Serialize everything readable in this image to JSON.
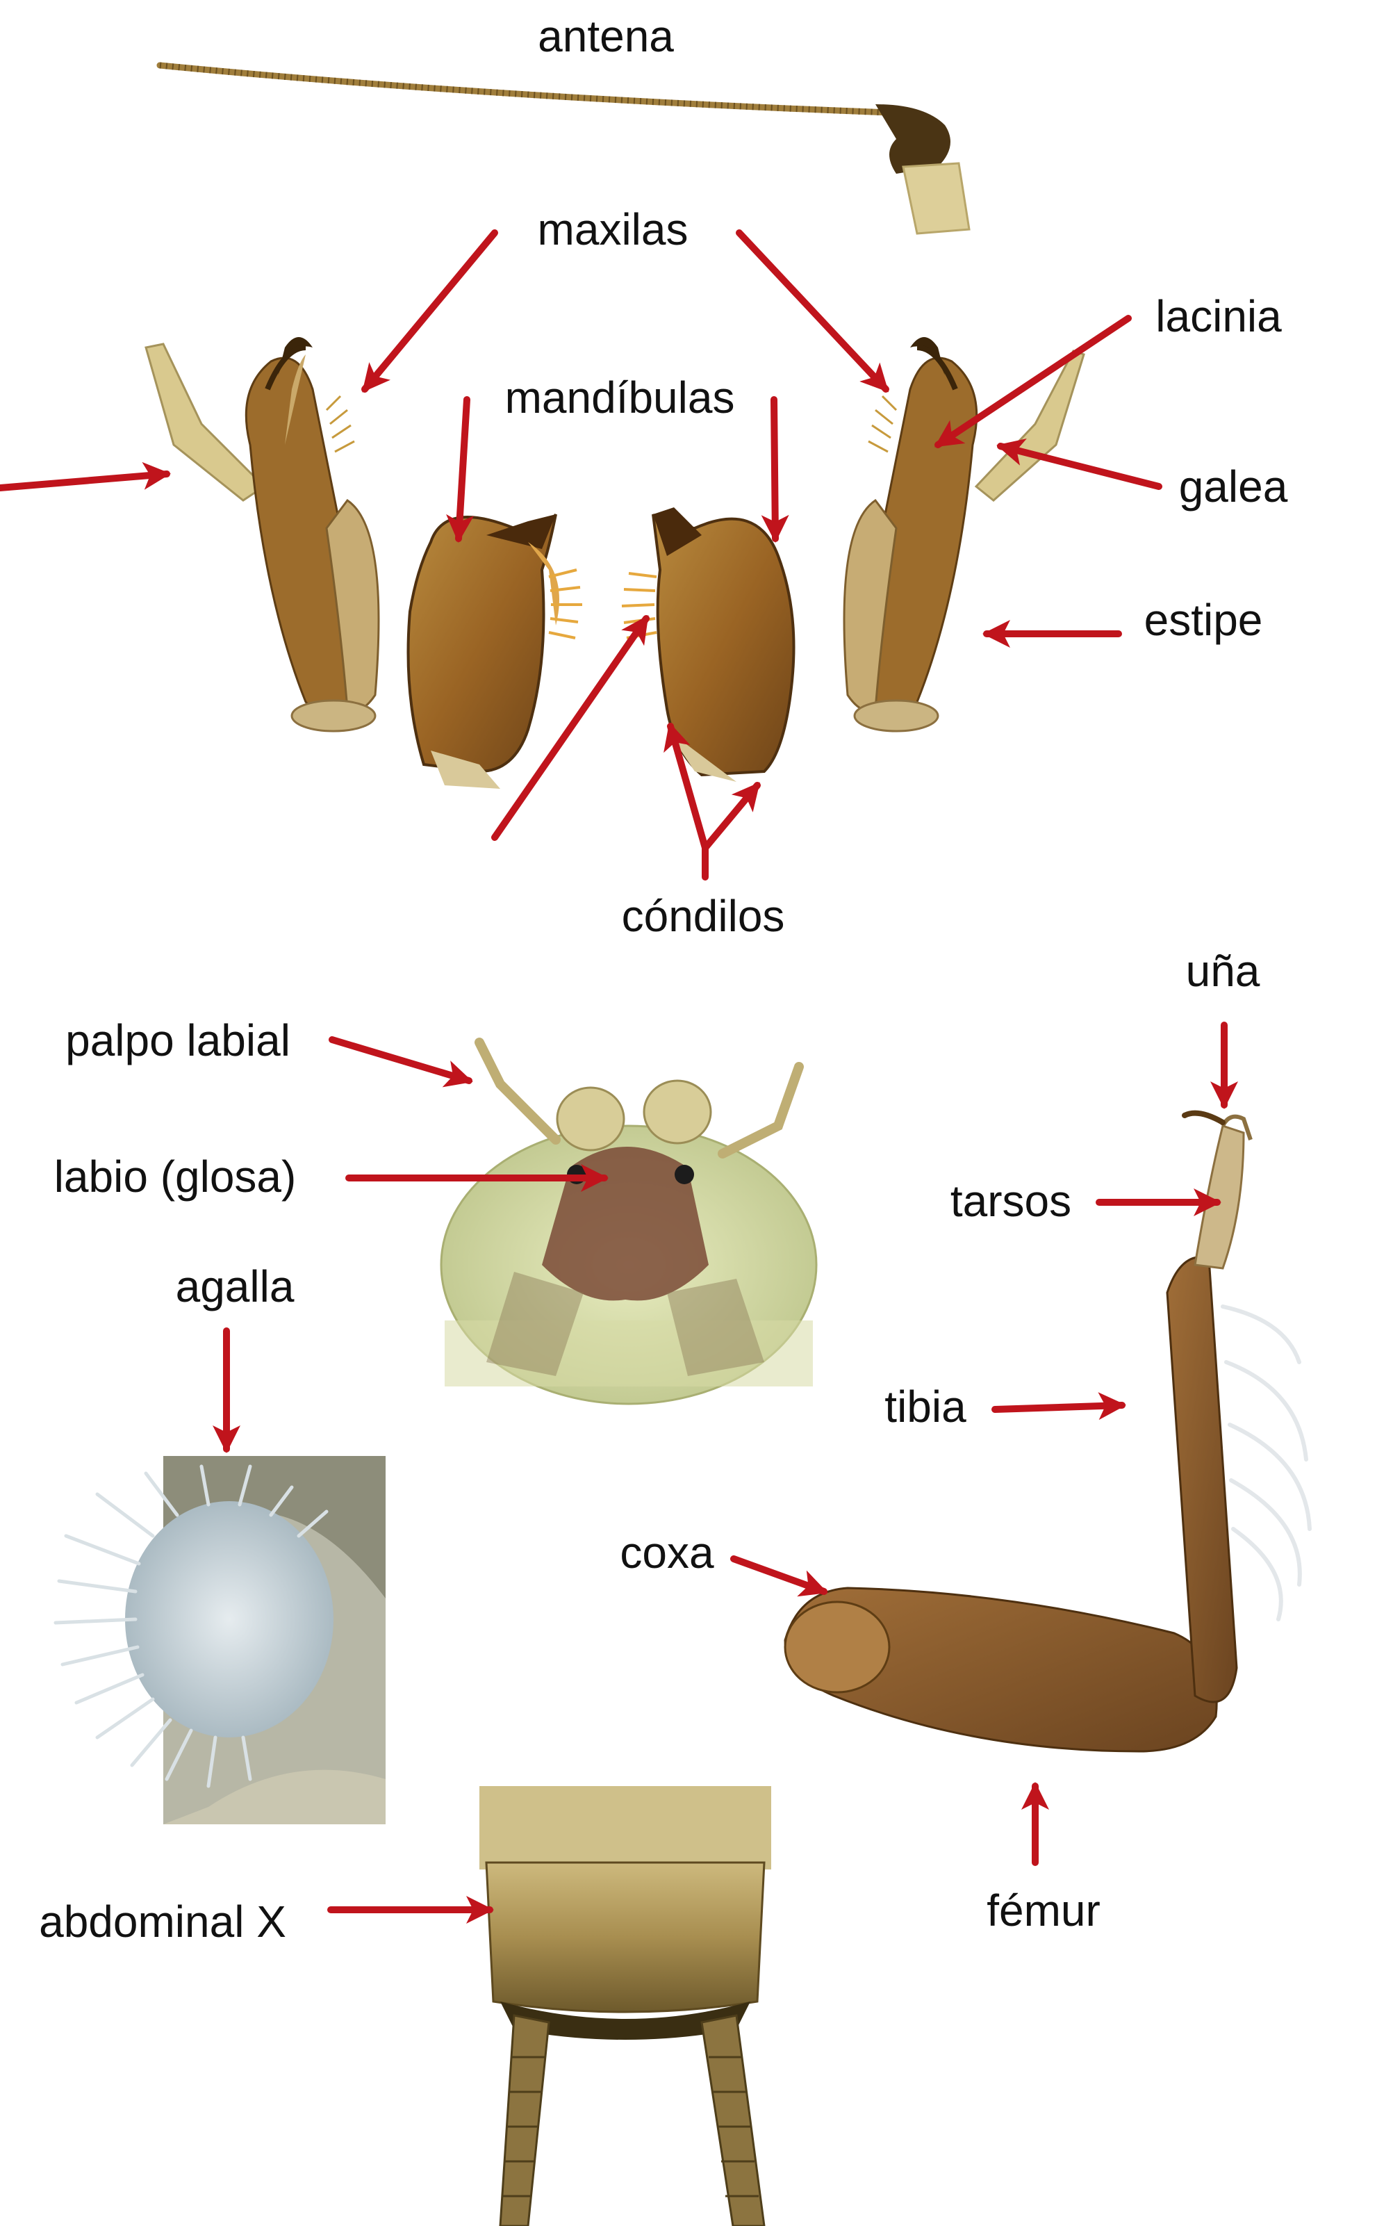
{
  "labels": {
    "antena": "antena",
    "maxilas": "maxilas",
    "lacinia": "lacinia",
    "mandibulas": "mandíbulas",
    "galea": "galea",
    "estipe": "estipe",
    "condilos": "cóndilos",
    "una": "uña",
    "palpo_labial": "palpo labial",
    "tarsos": "tarsos",
    "labio_glosa": "labio (glosa)",
    "agalla": "agalla",
    "tibia": "tibia",
    "coxa": "coxa",
    "abdominal_x": "abdominal X",
    "femur": "fémur"
  },
  "colors": {
    "arrow": "#c0141c",
    "sclerite": "#9c6a2a",
    "sclerite_dark": "#5e3d14",
    "pale_tissue": "#e7dcaa",
    "gill": "#cfd8de",
    "label_text": "#111111"
  }
}
